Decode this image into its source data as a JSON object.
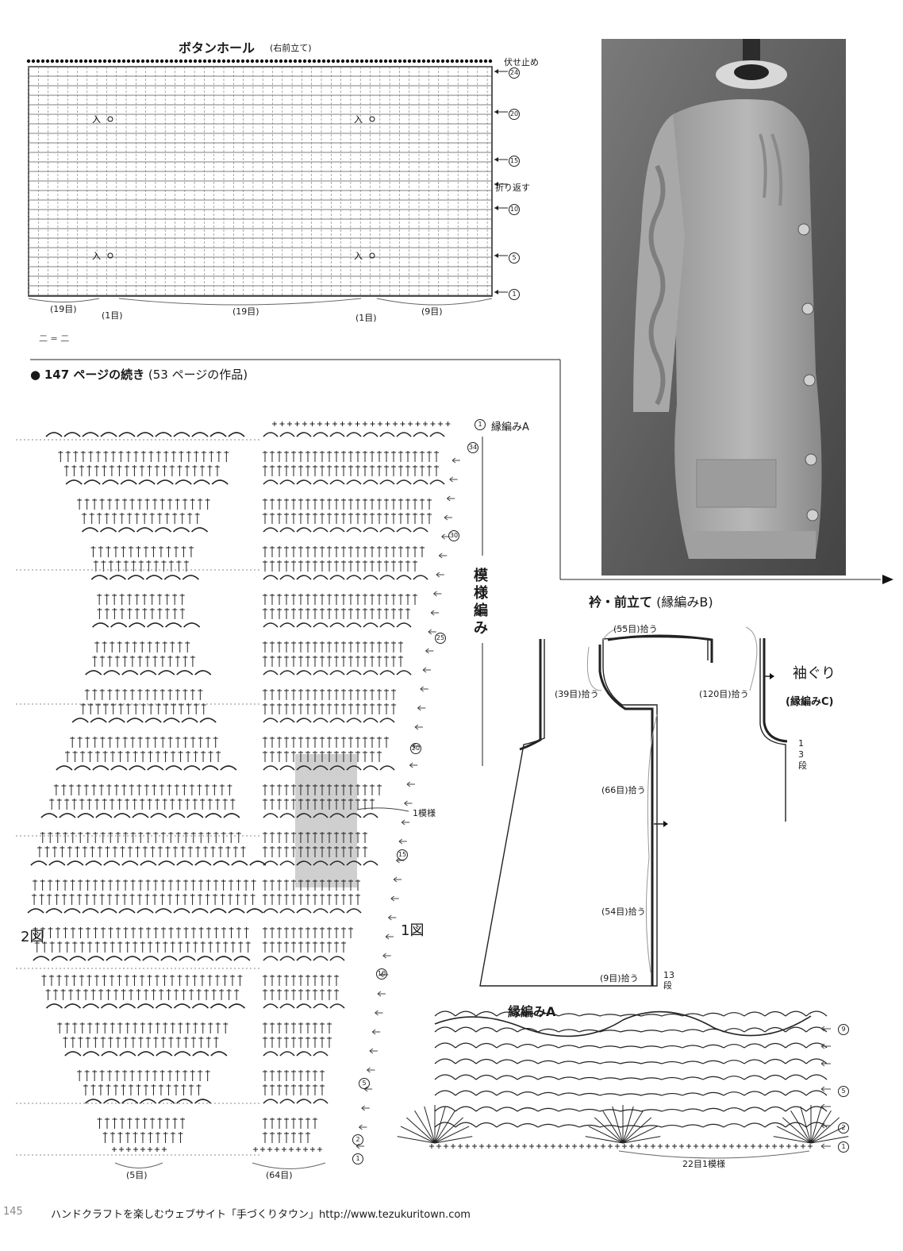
{
  "buttonhole": {
    "title": "ボタンホール",
    "subtitle": "(右前立て)",
    "bind_off": "伏せ止め",
    "turn": "折り返す",
    "rows": [
      "24",
      "20",
      "15",
      "10",
      "5",
      "1"
    ],
    "counts": [
      "(19目)",
      "(1目)",
      "(19目)",
      "(1目)",
      "(9目)"
    ],
    "legend": "二 = 二"
  },
  "continuation": {
    "marker": "●",
    "heading": "147 ページの続き",
    "note": "(53 ページの作品)"
  },
  "pattern": {
    "edge_a_label": "縁編みA",
    "row_labels": [
      "1",
      "34",
      "30",
      "25",
      "20",
      "15",
      "10",
      "5",
      "2",
      "1"
    ],
    "motif_label": "模様編み",
    "one_repeat": "1模様",
    "fig1": "1図",
    "fig2": "2図",
    "count_left": "(5目)",
    "count_right": "(64目)"
  },
  "collar": {
    "title": "衿・前立て",
    "title_sub": "(縁編みB)",
    "pick55": "(55目)拾う",
    "pick39": "(39目)拾う",
    "pick120": "(120目)拾う",
    "pick66": "(66目)拾う",
    "pick54": "(54目)拾う",
    "pick9": "(9目)拾う",
    "armhole": "袖ぐり",
    "armhole_sub": "(縁編みC)",
    "rows_3_num": "1",
    "rows_3": "3",
    "rows_3_unit": "段",
    "rows_13_num": "1",
    "rows_13": "3",
    "rows_13_unit": "段"
  },
  "edge_a": {
    "title": "縁編みA",
    "rows": [
      "9",
      "5",
      "2",
      "1"
    ],
    "repeat": "22目1模様"
  },
  "footer": {
    "page": "145",
    "text": "ハンドクラフトを楽しむウェブサイト「手づくりタウン」http://www.tezukuritown.com"
  }
}
